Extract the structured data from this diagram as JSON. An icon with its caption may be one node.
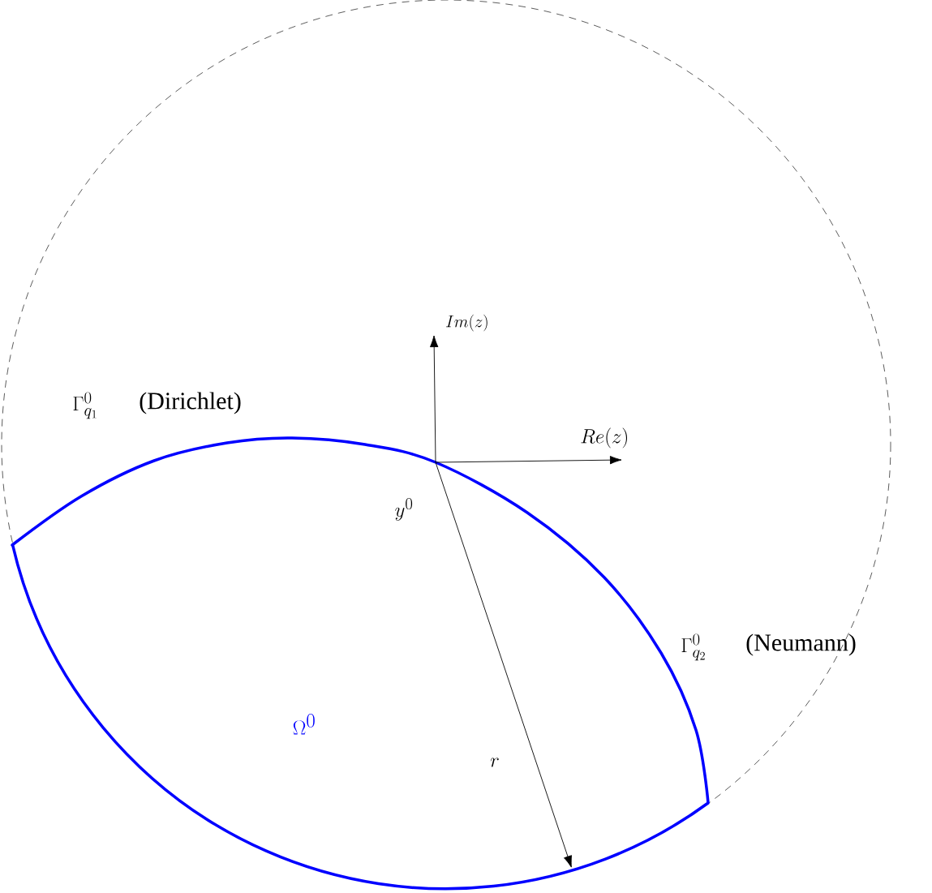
{
  "diagram": {
    "labels": [
      "Im(z)",
      "\\Gamma^0_{q_1}",
      "(Dirichlet)",
      "Re(z)",
      "y^0",
      "\\Gamma^0_{q_2}",
      "(Neumann)",
      "\\Omega^0",
      "r"
    ]
  }
}
